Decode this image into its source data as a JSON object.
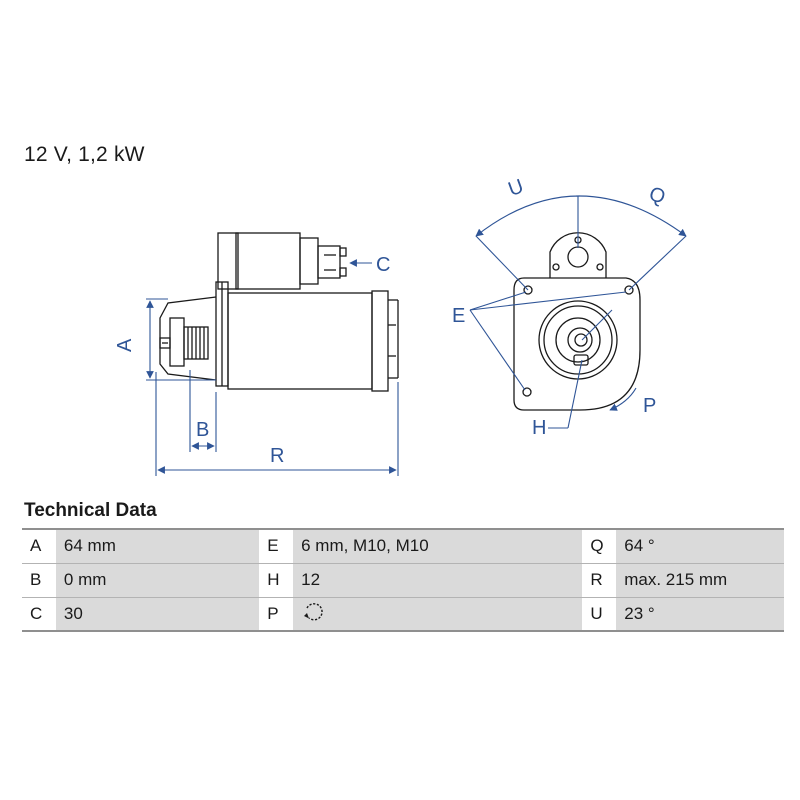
{
  "spec": "12 V, 1,2 kW",
  "drawing_labels": {
    "A": "A",
    "B": "B",
    "C": "C",
    "E": "E",
    "H": "H",
    "P": "P",
    "Q": "Q",
    "R": "R",
    "U": "U"
  },
  "colors": {
    "dimension": "#2f5597",
    "outline": "#1a1a1a",
    "table_shade": "#dadada"
  },
  "technical_data": {
    "title": "Technical Data",
    "rows": [
      [
        {
          "k": "A",
          "v": "64 mm"
        },
        {
          "k": "E",
          "v": "6 mm, M10, M10"
        },
        {
          "k": "Q",
          "v": "64 °"
        }
      ],
      [
        {
          "k": "B",
          "v": "0 mm"
        },
        {
          "k": "H",
          "v": "12"
        },
        {
          "k": "R",
          "v": "max. 215 mm"
        }
      ],
      [
        {
          "k": "C",
          "v": "30"
        },
        {
          "k": "P",
          "v": "",
          "icon": "clockwise-rotation-icon"
        },
        {
          "k": "U",
          "v": "23 °"
        }
      ]
    ]
  }
}
